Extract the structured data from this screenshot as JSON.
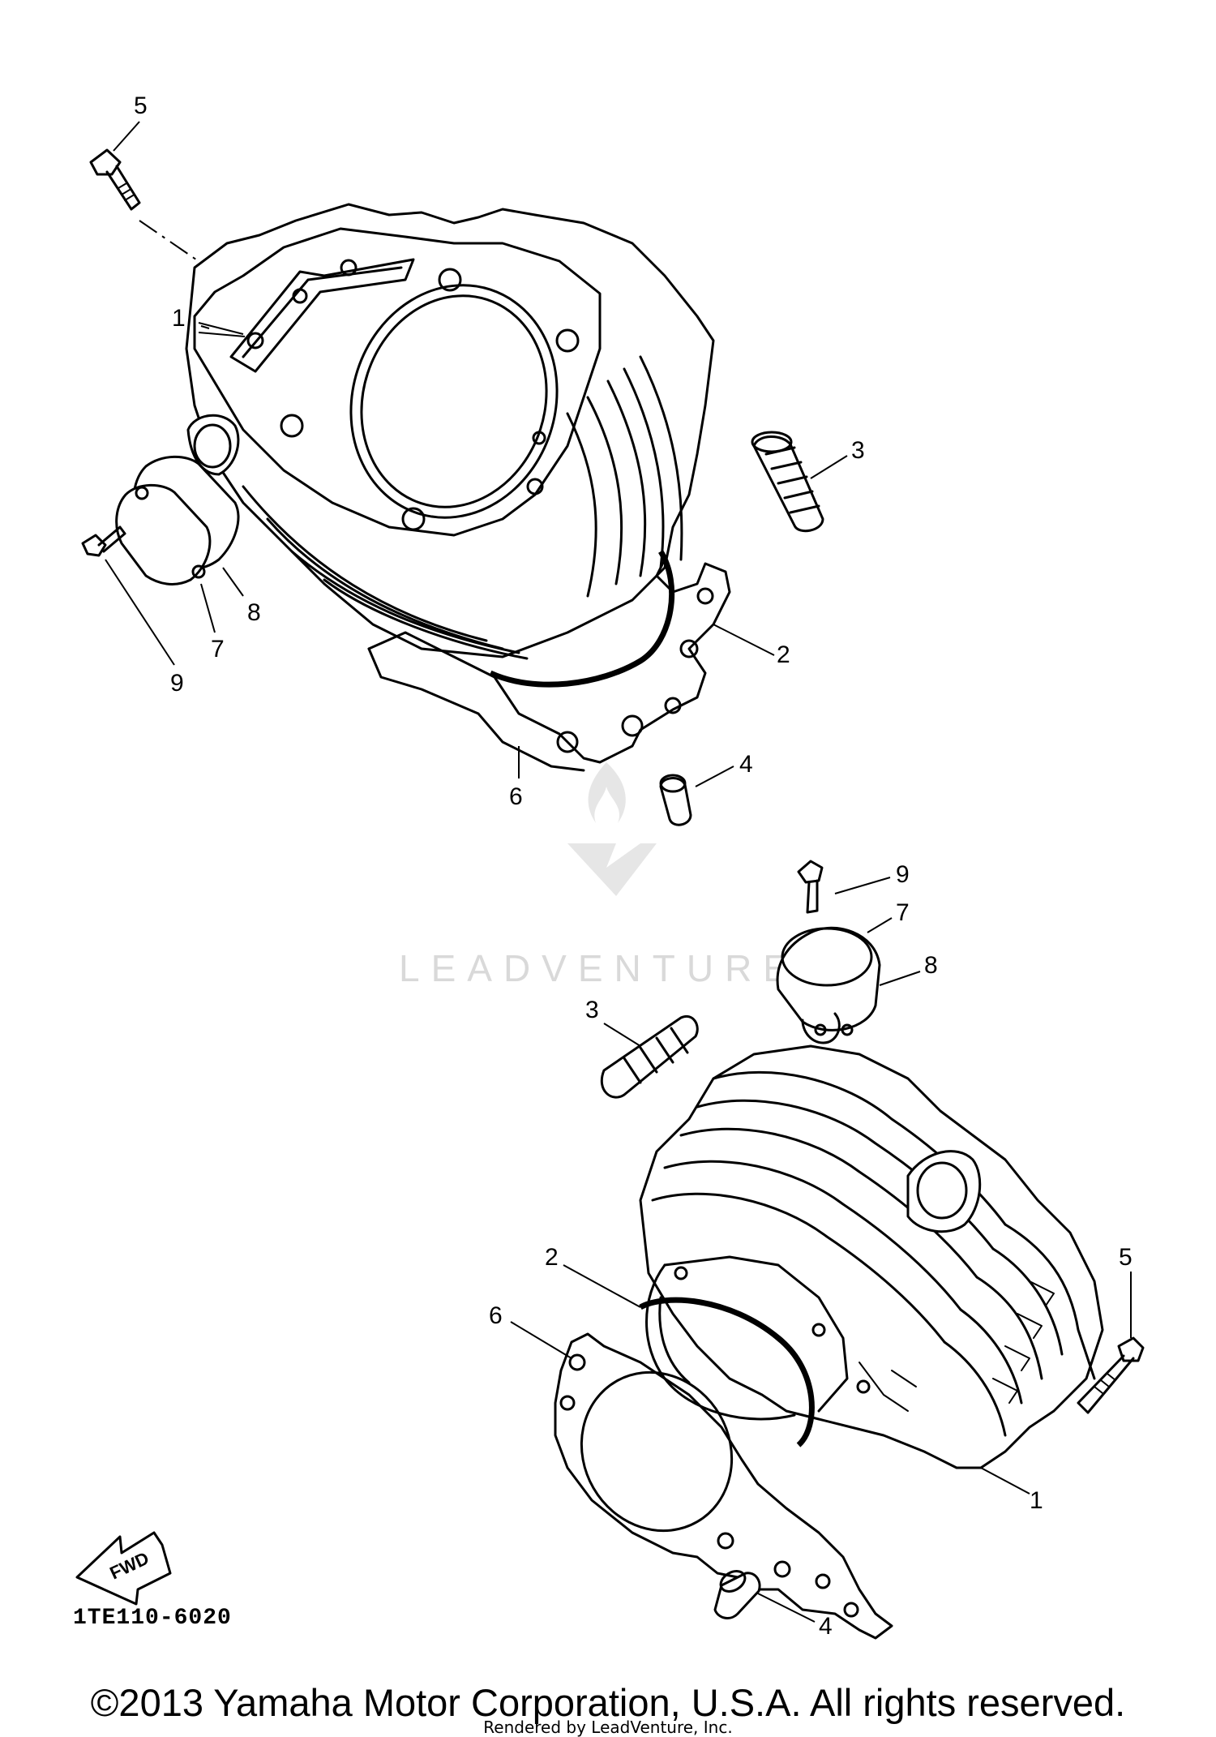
{
  "diagram": {
    "part_code": "1TE110-6020",
    "fwd_label": "FWD",
    "callouts": {
      "upper_5": "5",
      "upper_1": "1",
      "upper_3": "3",
      "upper_8": "8",
      "upper_7": "7",
      "upper_9": "9",
      "upper_2": "2",
      "upper_6": "6",
      "upper_4": "4",
      "lower_9": "9",
      "lower_7": "7",
      "lower_8": "8",
      "lower_3": "3",
      "lower_2": "2",
      "lower_6": "6",
      "lower_5": "5",
      "lower_1": "1",
      "lower_4": "4"
    },
    "watermark": "LEADVENTURE"
  },
  "footer": {
    "copyright": "©2013 Yamaha Motor Corporation, U.S.A. All rights reserved.",
    "rendered_by": "Rendered by LeadVenture, Inc."
  }
}
